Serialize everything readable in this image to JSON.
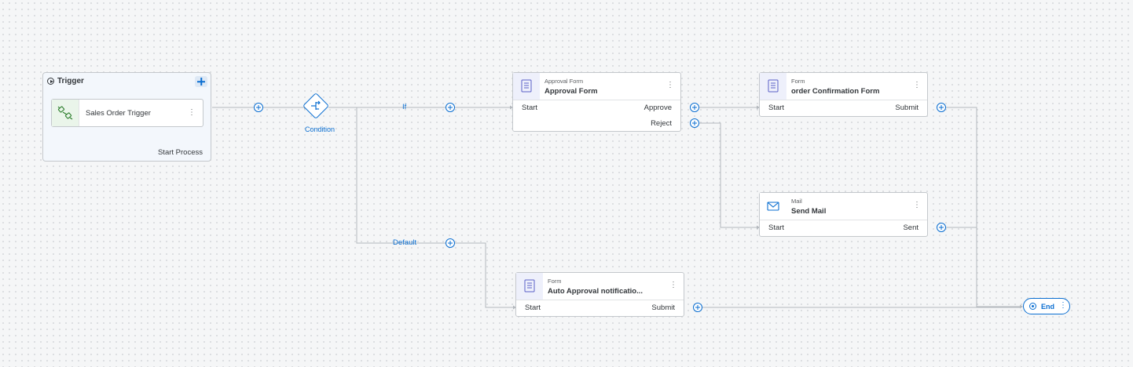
{
  "trigger": {
    "title": "Trigger",
    "item_label": "Sales Order Trigger",
    "footer": "Start Process"
  },
  "condition": {
    "label": "Condition",
    "branch_if": "If",
    "branch_default": "Default"
  },
  "approval_form": {
    "type": "Approval Form",
    "title": "Approval Form",
    "input": "Start",
    "output_approve": "Approve",
    "output_reject": "Reject"
  },
  "confirmation_form": {
    "type": "Form",
    "title": "order Confirmation Form",
    "input": "Start",
    "output": "Submit"
  },
  "send_mail": {
    "type": "Mail",
    "title": "Send Mail",
    "input": "Start",
    "output": "Sent"
  },
  "auto_approval": {
    "type": "Form",
    "title": "Auto Approval notificatio...",
    "input": "Start",
    "output": "Submit"
  },
  "end": {
    "label": "End"
  },
  "colors": {
    "accent": "#0a6ed1",
    "wire": "#b3b8bd",
    "canvas": "#f5f6f7"
  }
}
